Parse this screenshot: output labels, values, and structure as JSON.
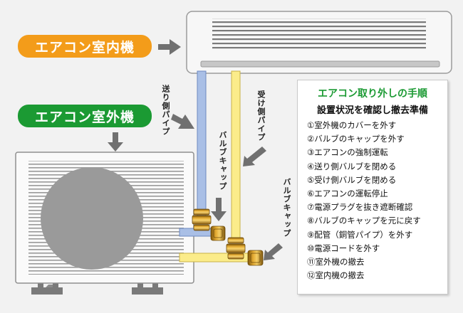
{
  "labels": {
    "indoor_unit": "エアコン室内機",
    "outdoor_unit": "エアコン室外機",
    "send_pipe": "送り側パイプ",
    "receive_pipe": "受け側パイプ",
    "valve_cap_1": "バルブキャップ",
    "valve_cap_2": "バルブキャップ"
  },
  "steps_panel": {
    "title": "エアコン取り外しの手順",
    "subtitle": "設置状況を確認し撤去準備",
    "steps": [
      "①室外機のカバーを外す",
      "②バルブのキャップを外す",
      "③エアコンの強制運転",
      "④送り側バルブを閉める",
      "⑤受け側バルブを閉める",
      "⑥エアコンの運転停止",
      "⑦電源プラグを抜き遮断確認",
      "⑧バルブのキャップを元に戻す",
      "⑨配管（銅管パイプ）を外す",
      "⑩電源コードを外す",
      "⑪室外機の撤去",
      "⑫室内機の撤去"
    ]
  },
  "colors": {
    "indoor_label": "#f39c1a",
    "outdoor_label": "#1b9a33",
    "title_green": "#1b9a33",
    "send_pipe": "#a9bfe6",
    "receive_pipe": "#fbec8a",
    "valve_cap": "#c98d1c",
    "arrow": "#707070"
  }
}
